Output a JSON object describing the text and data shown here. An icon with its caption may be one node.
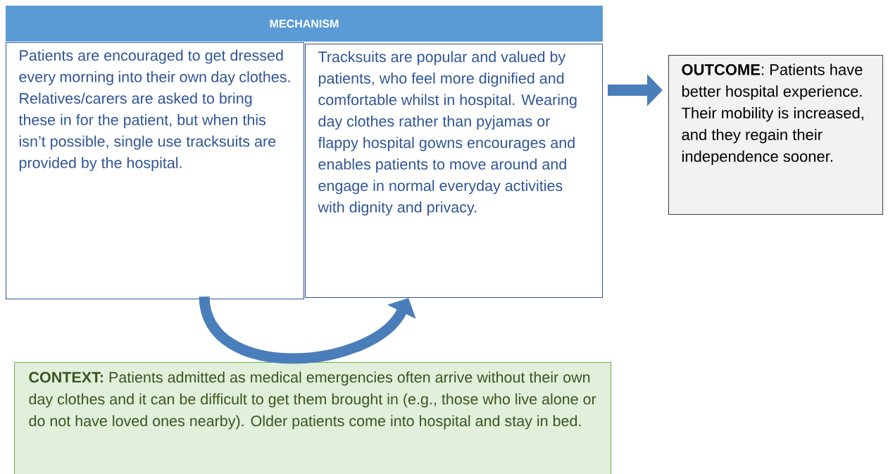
{
  "diagram": {
    "nodes": [
      {
        "text": [
          "MECHANISM"
        ]
      },
      {
        "text": [
          "Patients are encouraged to get dressed every morning into their own day clothes.",
          "Relatives/carers are asked to bring these in for the patient, but when this isn’t possible, single use tracksuits are provided by the hospital."
        ]
      },
      {
        "text": [
          "Tracksuits are popular and valued by patients, who feel more dignified and comfortable whilst in hospital. Wearing day clothes rather than pyjamas or flappy hospital gowns encourages and enables patients to move around and engage in normal everyday activities with dignity and privacy."
        ]
      },
      {
        "text": [
          "**OUTCOME**: Patients have better hospital experience. Their mobility is increased, and they regain their independence sooner."
        ]
      },
      {
        "text": [
          "**CONTEXT:** Patients admitted as medical emergencies often arrive without their own day clothes and it can be difficult to get them brought in (e.g., those who live alone or do not have loved ones nearby). Older patients come into hospital and stay in bed."
        ]
      }
    ],
    "edges": [
      {
        "from": 1,
        "to": 2,
        "arrow": "to"
      },
      {
        "from": 2,
        "to": 3,
        "arrow": "to"
      }
    ]
  }
}
